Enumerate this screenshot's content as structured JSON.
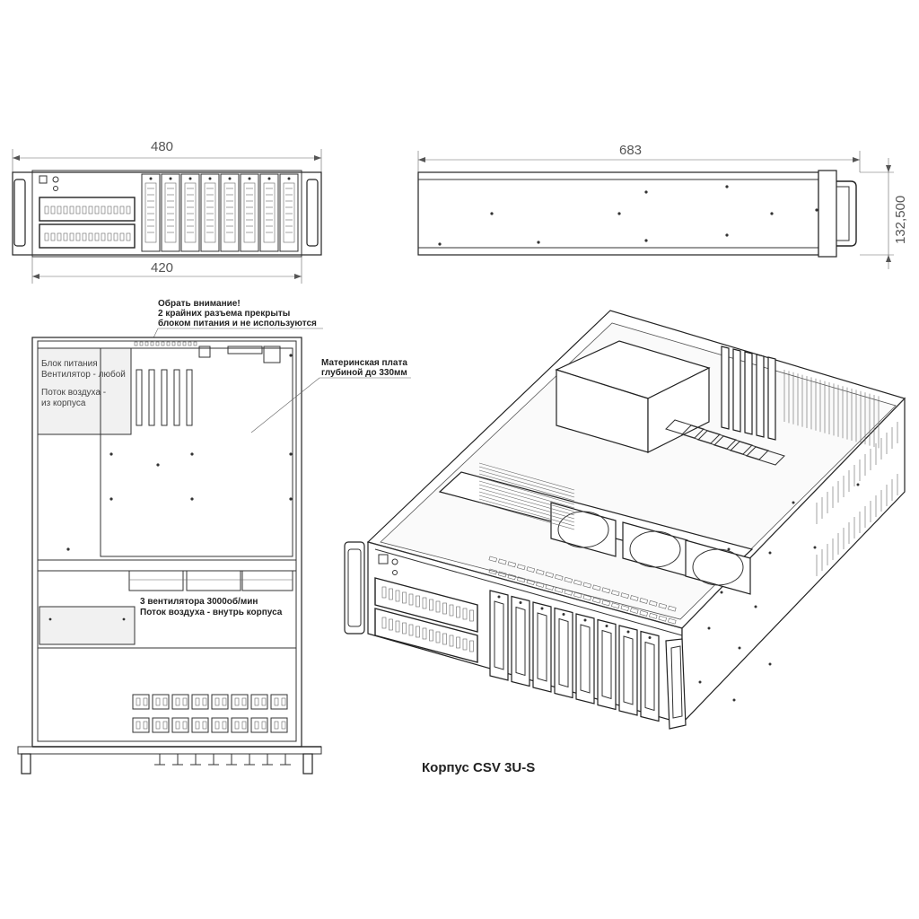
{
  "front_view": {
    "width_dim": "480",
    "inner_dim": "420"
  },
  "side_view": {
    "length_dim": "683",
    "height_dim": "132,500"
  },
  "top_view": {
    "note_top": [
      "Обрать внимание!",
      "2 крайних разъема прекрыты",
      "блоком питания и не используются"
    ],
    "psu_label": [
      "Блок питания",
      "Вентилятор - любой"
    ],
    "airflow_label": [
      "Поток воздуха -",
      "из корпуса"
    ],
    "mb_note": [
      "Материнская плата",
      "глубиной до 330мм"
    ],
    "fans_note": [
      "3 вентилятора 3000об/мин",
      "Поток воздуха - внутрь корпуса"
    ]
  },
  "caption": "Корпус CSV 3U-S"
}
